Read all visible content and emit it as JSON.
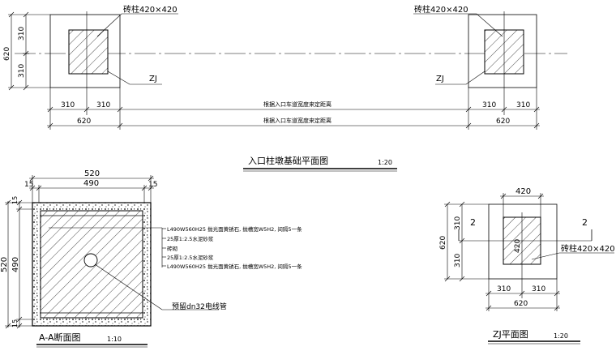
{
  "plan": {
    "title": "入口柱墩基础平面图",
    "scale": "1:20",
    "column_label_left": "砖柱420×420",
    "column_label_right": "砖柱420×420",
    "zj_left": "ZJ",
    "zj_right": "ZJ",
    "dim_310_top": "310",
    "dim_310_bottom": "310",
    "dim_620_vertical": "620",
    "dim_row1_left_a": "310",
    "dim_row1_left_b": "310",
    "dim_row1_middle": "根据入口车道宽度来定距离",
    "dim_row1_right_a": "310",
    "dim_row1_right_b": "310",
    "dim_row2_left": "620",
    "dim_row2_middle": "根据入口车道宽度来定距离",
    "dim_row2_right": "620"
  },
  "section": {
    "title": "A-A断面图",
    "scale": "1:10",
    "dim_top_520": "520",
    "dim_top_15_left": "15",
    "dim_top_490": "490",
    "dim_top_15_right": "15",
    "dim_left_520": "520",
    "dim_left_15_top": "15",
    "dim_left_490": "490",
    "dim_left_15_bottom": "15",
    "layer_1": "L490W560H25 抛光面黄锈石, 抛槽宽W5H2, 间隔5一条",
    "layer_2": "25厚1:2.5水泥砂浆",
    "layer_3": "砖砌",
    "layer_4": "25厚1:2.5水泥砂浆",
    "layer_5": "L490W560H25 抛光面黄锈石, 抛槽宽W5H2, 间隔5一条",
    "pipe_label": "预留dn32电线管"
  },
  "zj": {
    "title": "ZJ平面图",
    "scale": "1:20",
    "dim_top_420": "420",
    "dim_left_620": "620",
    "dim_left_310_a": "310",
    "dim_left_310_b": "310",
    "dim_inner_420": "420",
    "dim_bottom_310_a": "310",
    "dim_bottom_310_b": "310",
    "dim_bottom_620": "620",
    "cut_left": "2",
    "cut_right": "2",
    "column_label": "砖柱420×420"
  }
}
